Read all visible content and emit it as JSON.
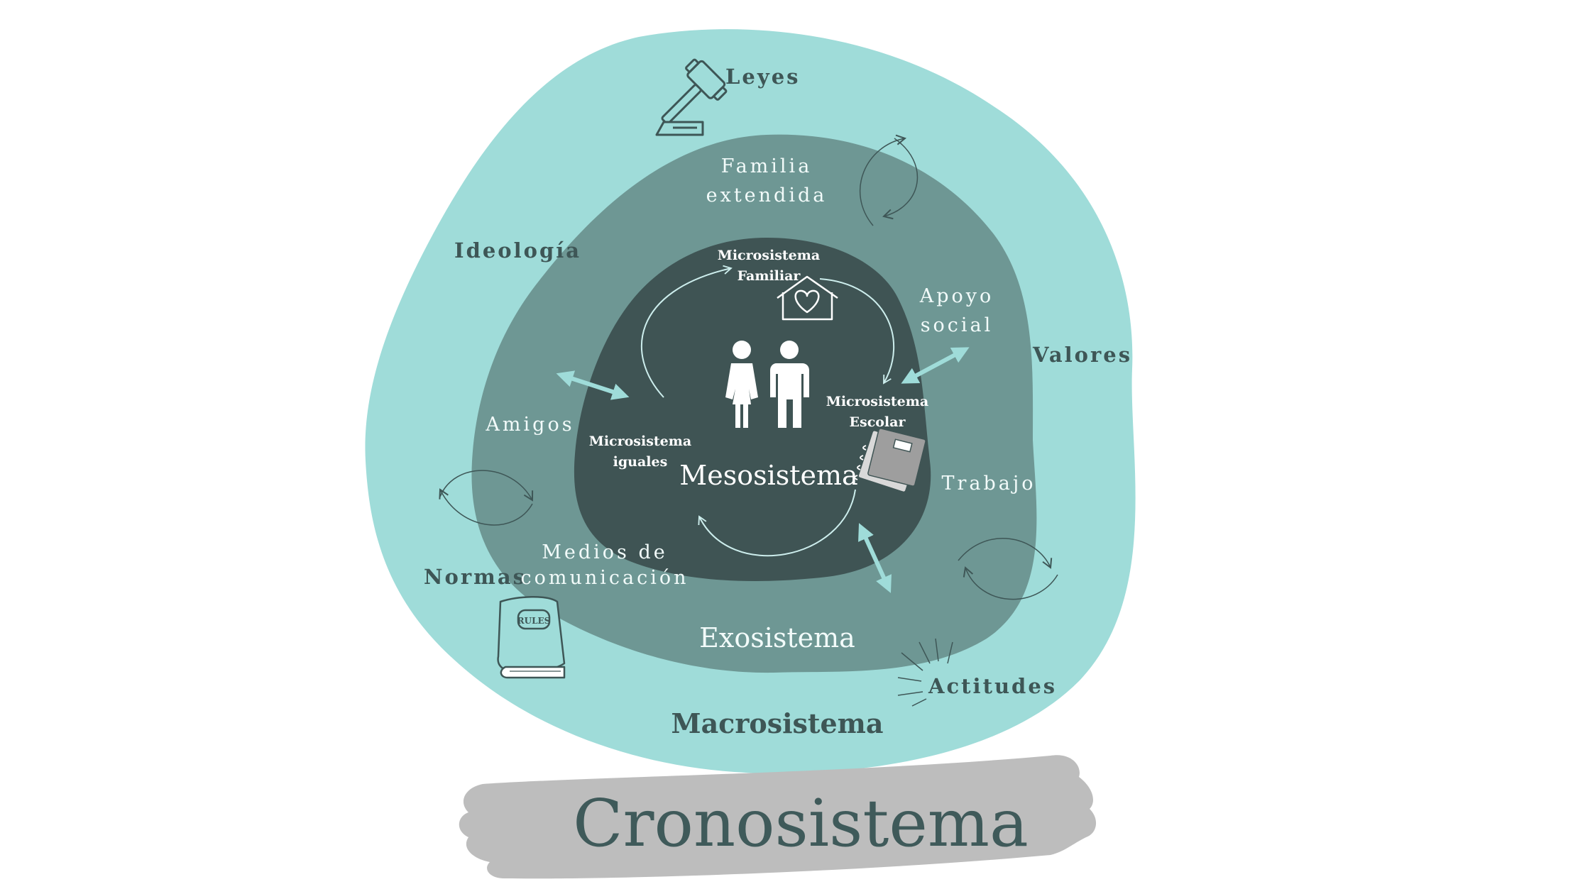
{
  "colors": {
    "macro_fill": "#9fdcd9",
    "exo_fill": "#6e9794",
    "meso_fill": "#3f5454",
    "accent": "#9fdcd9",
    "dark_text": "#3e5656",
    "banner": "#bdbdbd"
  },
  "macro": {
    "title": "Macrosistema",
    "labels": {
      "leyes": "Leyes",
      "ideologia": "Ideología",
      "valores": "Valores",
      "normas": "Normas",
      "actitudes": "Actitudes"
    }
  },
  "exo": {
    "title": "Exosistema",
    "labels": {
      "familia_line1": "Familia",
      "familia_line2": "extendida",
      "apoyo_line1": "Apoyo",
      "apoyo_line2": "social",
      "amigos": "Amigos",
      "trabajo": "Trabajo",
      "medios_line1": "Medios de",
      "medios_line2": "comunicación"
    }
  },
  "meso": {
    "title": "Mesosistema",
    "micro_familiar_line1": "Microsistema",
    "micro_familiar_line2": "Familiar",
    "micro_escolar_line1": "Microsistema",
    "micro_escolar_line2": "Escolar",
    "micro_iguales_line1": "Microsistema",
    "micro_iguales_line2": "iguales"
  },
  "crono": {
    "title": "Cronosistema"
  },
  "icons": {
    "gavel": "gavel-icon",
    "house_heart": "house-heart-icon",
    "people": "people-icon",
    "notebooks": "notebooks-icon",
    "rules_book": "rules-book-icon",
    "rules_book_text": "RULES",
    "sparkle": "sparkle-icon",
    "cycle_arrows": "cycle-arrows-icon",
    "double_arrow": "double-arrow-icon"
  }
}
